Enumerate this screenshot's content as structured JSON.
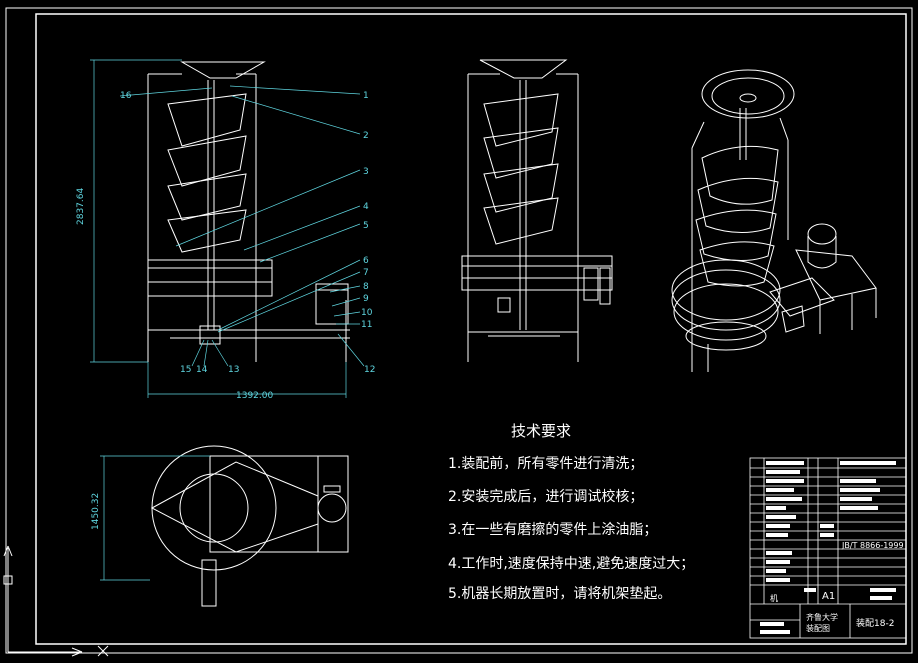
{
  "tech_requirements": {
    "title": "技术要求",
    "items": [
      "1.装配前，所有零件进行清洗；",
      "2.安装完成后，进行调试校核；",
      "3.在一些有磨擦的零件上涂油脂；",
      "4.工作时,速度保持中速,避免速度过大；",
      "5.机器长期放置时，请将机架垫起。"
    ]
  },
  "dimensions": {
    "height": "2837.64",
    "width": "1392.00",
    "depth": "1450.32"
  },
  "part_labels": [
    "1",
    "2",
    "3",
    "4",
    "5",
    "6",
    "7",
    "8",
    "9",
    "10",
    "11",
    "12",
    "13",
    "14",
    "15",
    "16"
  ],
  "title_block": {
    "scale": "A1",
    "school": "齐鲁大学",
    "drawing_name": "装配图",
    "drawing_no": "装配18-2",
    "sheet_ref": "JB/T 8866-1999",
    "item": "机"
  },
  "colors": {
    "background": "#000000",
    "lines": "#ffffff",
    "dimension": "#5fd6e0"
  }
}
